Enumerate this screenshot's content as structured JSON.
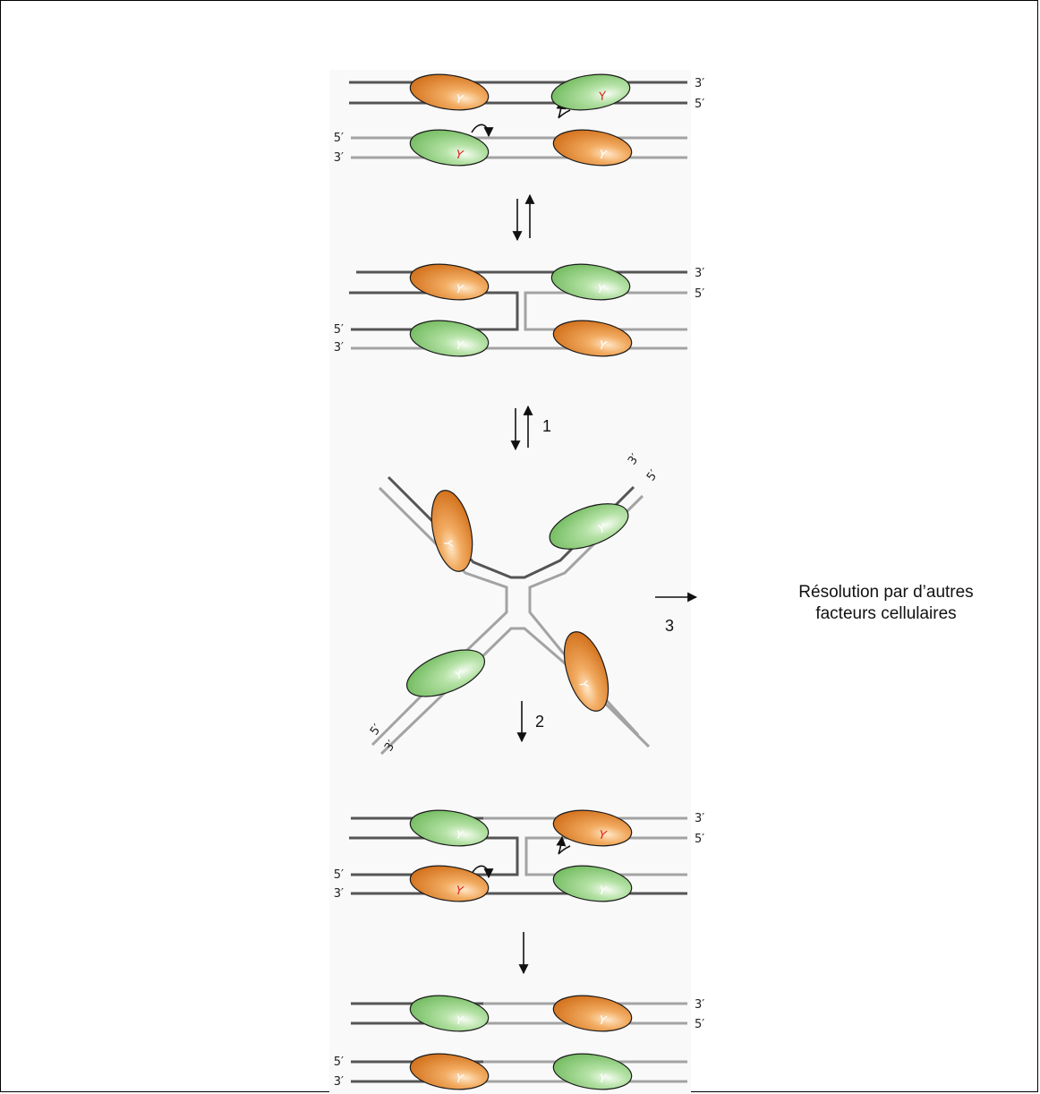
{
  "labels": {
    "three_prime": "3′",
    "five_prime": "5′",
    "tyrosine": "Y"
  },
  "steps": {
    "one": "1",
    "two": "2",
    "three": "3"
  },
  "side_note": {
    "line1": "Résolution par d’autres",
    "line2": "facteurs cellulaires"
  },
  "colors": {
    "dna_dark": "#555555",
    "dna_light": "#a3a3a3",
    "recombinase_orange": "#e58a32",
    "recombinase_green": "#8fce7d",
    "active_tyrosine": "#d9241b",
    "inactive_tyrosine": "#ffffff"
  }
}
